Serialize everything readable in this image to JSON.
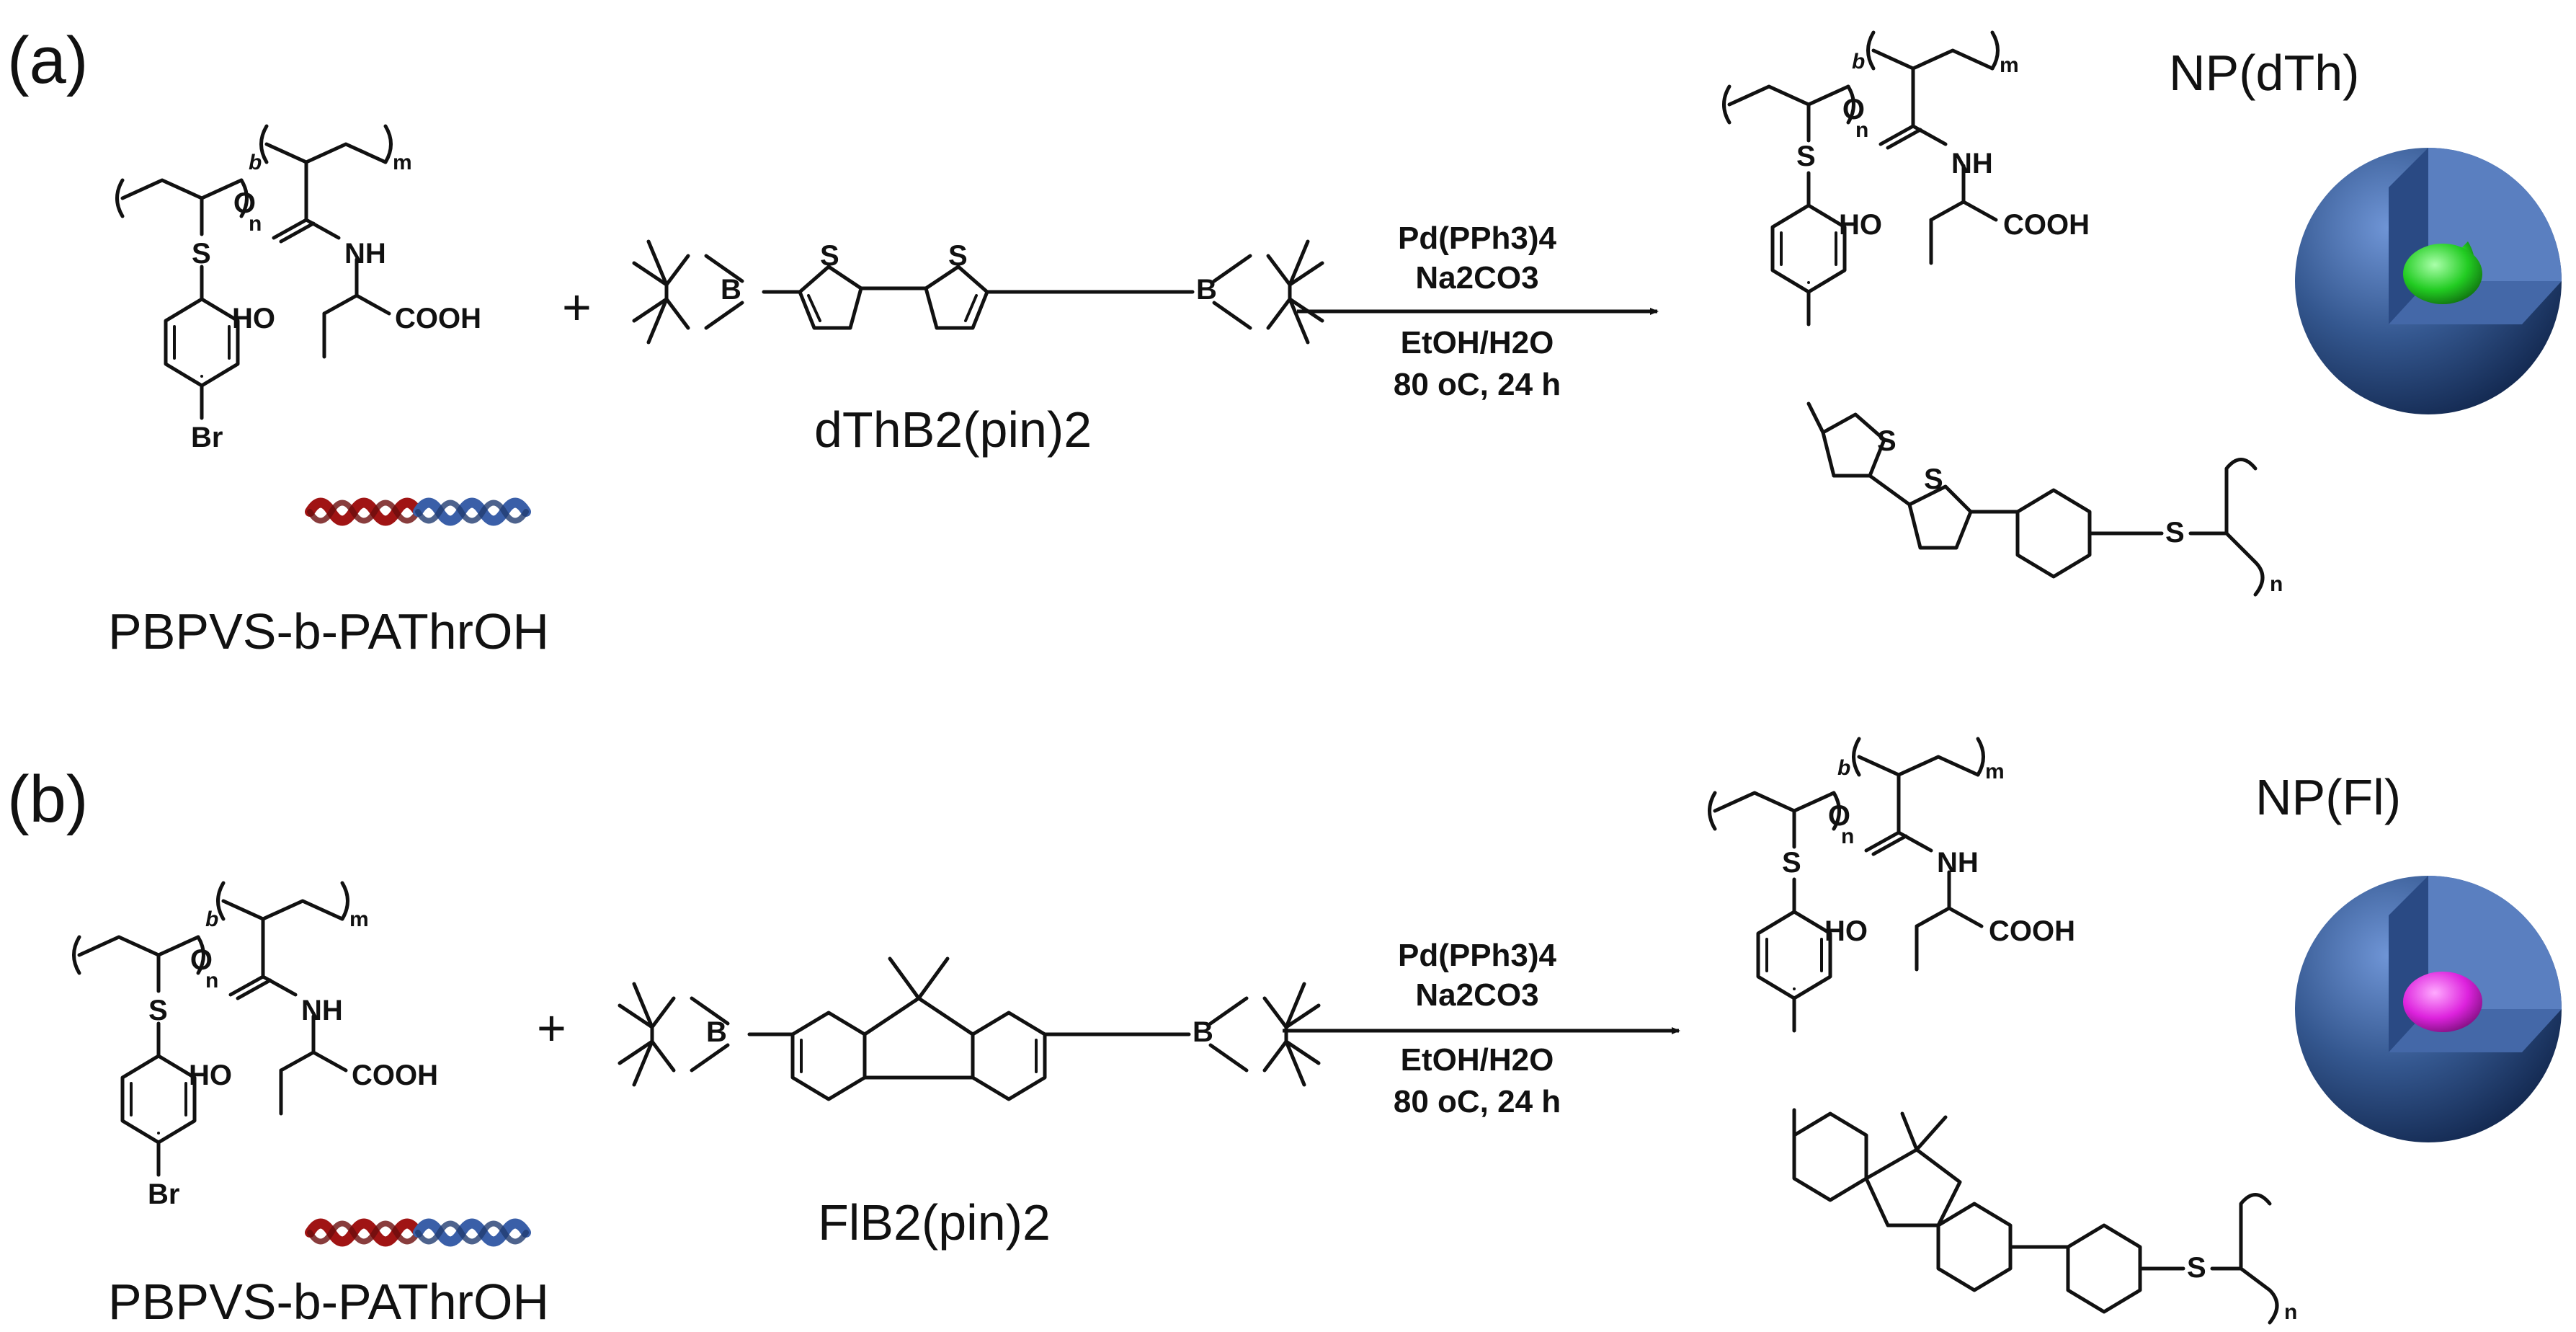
{
  "panels": [
    {
      "label": "(a)",
      "reactant_name": "PBPVS-b-PAThrOH",
      "reagent_name": "dThB2(pin)2",
      "product_name": "NP(dTh)",
      "core_color": "#33dd33",
      "conditions": [
        "Pd(PPh3)4",
        "Na2CO3",
        "EtOH/H2O",
        "80 oC, 24 h"
      ]
    },
    {
      "label": "(b)",
      "reactant_name": "PBPVS-b-PAThrOH",
      "reagent_name": "FlB2(pin)2",
      "product_name": "NP(Fl)",
      "core_color": "#dd22dd",
      "conditions": [
        "Pd(PPh3)4",
        "Na2CO3",
        "EtOH/H2O",
        "80 oC, 24 h"
      ]
    }
  ],
  "atoms": {
    "S": "S",
    "Br": "Br",
    "O": "O",
    "B": "B",
    "NH": "NH",
    "HO": "HO",
    "COOH": "COOH",
    "n": "n",
    "m": "m",
    "b": "b",
    "plus": "+"
  },
  "colors": {
    "helix_red": "#a01414",
    "helix_blue": "#3a5fa8",
    "sphere_blue": "#2e4f8a"
  }
}
